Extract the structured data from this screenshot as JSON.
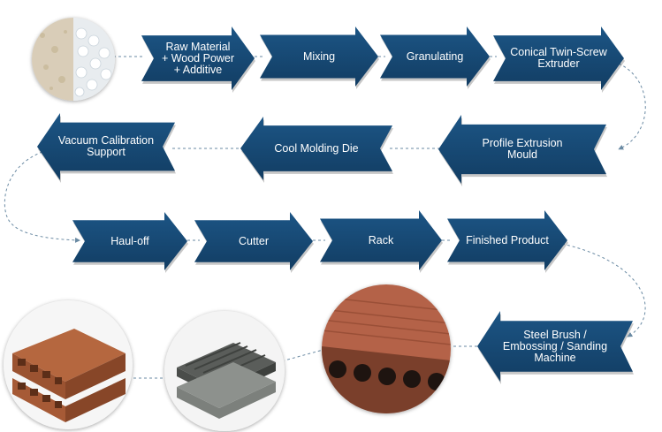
{
  "steps": [
    {
      "id": "raw-material",
      "label": "Raw Material\n+ Wood Power\n+ Additive",
      "dir": "right"
    },
    {
      "id": "mixing",
      "label": "Mixing",
      "dir": "right"
    },
    {
      "id": "granulating",
      "label": "Granulating",
      "dir": "right"
    },
    {
      "id": "extruder",
      "label": "Conical Twin-Screw\nExtruder",
      "dir": "right"
    },
    {
      "id": "profile-extrusion",
      "label": "Profile Extrusion\nMould",
      "dir": "left"
    },
    {
      "id": "cool-molding",
      "label": "Cool Molding Die",
      "dir": "left"
    },
    {
      "id": "vacuum-calibration",
      "label": "Vacuum Calibration\nSupport",
      "dir": "left"
    },
    {
      "id": "haul-off",
      "label": "Haul-off",
      "dir": "right"
    },
    {
      "id": "cutter",
      "label": "Cutter",
      "dir": "right"
    },
    {
      "id": "rack",
      "label": "Rack",
      "dir": "right"
    },
    {
      "id": "finished-product",
      "label": "Finished Product",
      "dir": "right"
    },
    {
      "id": "steel-brush",
      "label": "Steel Brush /\nEmbossing / Sanding\nMachine",
      "dir": "left"
    }
  ],
  "colors": {
    "arrow_fill": "#123d63",
    "arrow_fill_light": "#1c5585",
    "connector": "#6a8aa3",
    "label": "#ffffff"
  },
  "images": [
    {
      "id": "raw-material-photo",
      "subject": "wood powder and plastic granules"
    },
    {
      "id": "hollow-decking-photo",
      "subject": "brown hollow WPC decking boards"
    },
    {
      "id": "grey-decking-photo",
      "subject": "grey grooved WPC decking boards"
    },
    {
      "id": "profile-closeup-photo",
      "subject": "close-up of embossed hollow board profile"
    }
  ]
}
